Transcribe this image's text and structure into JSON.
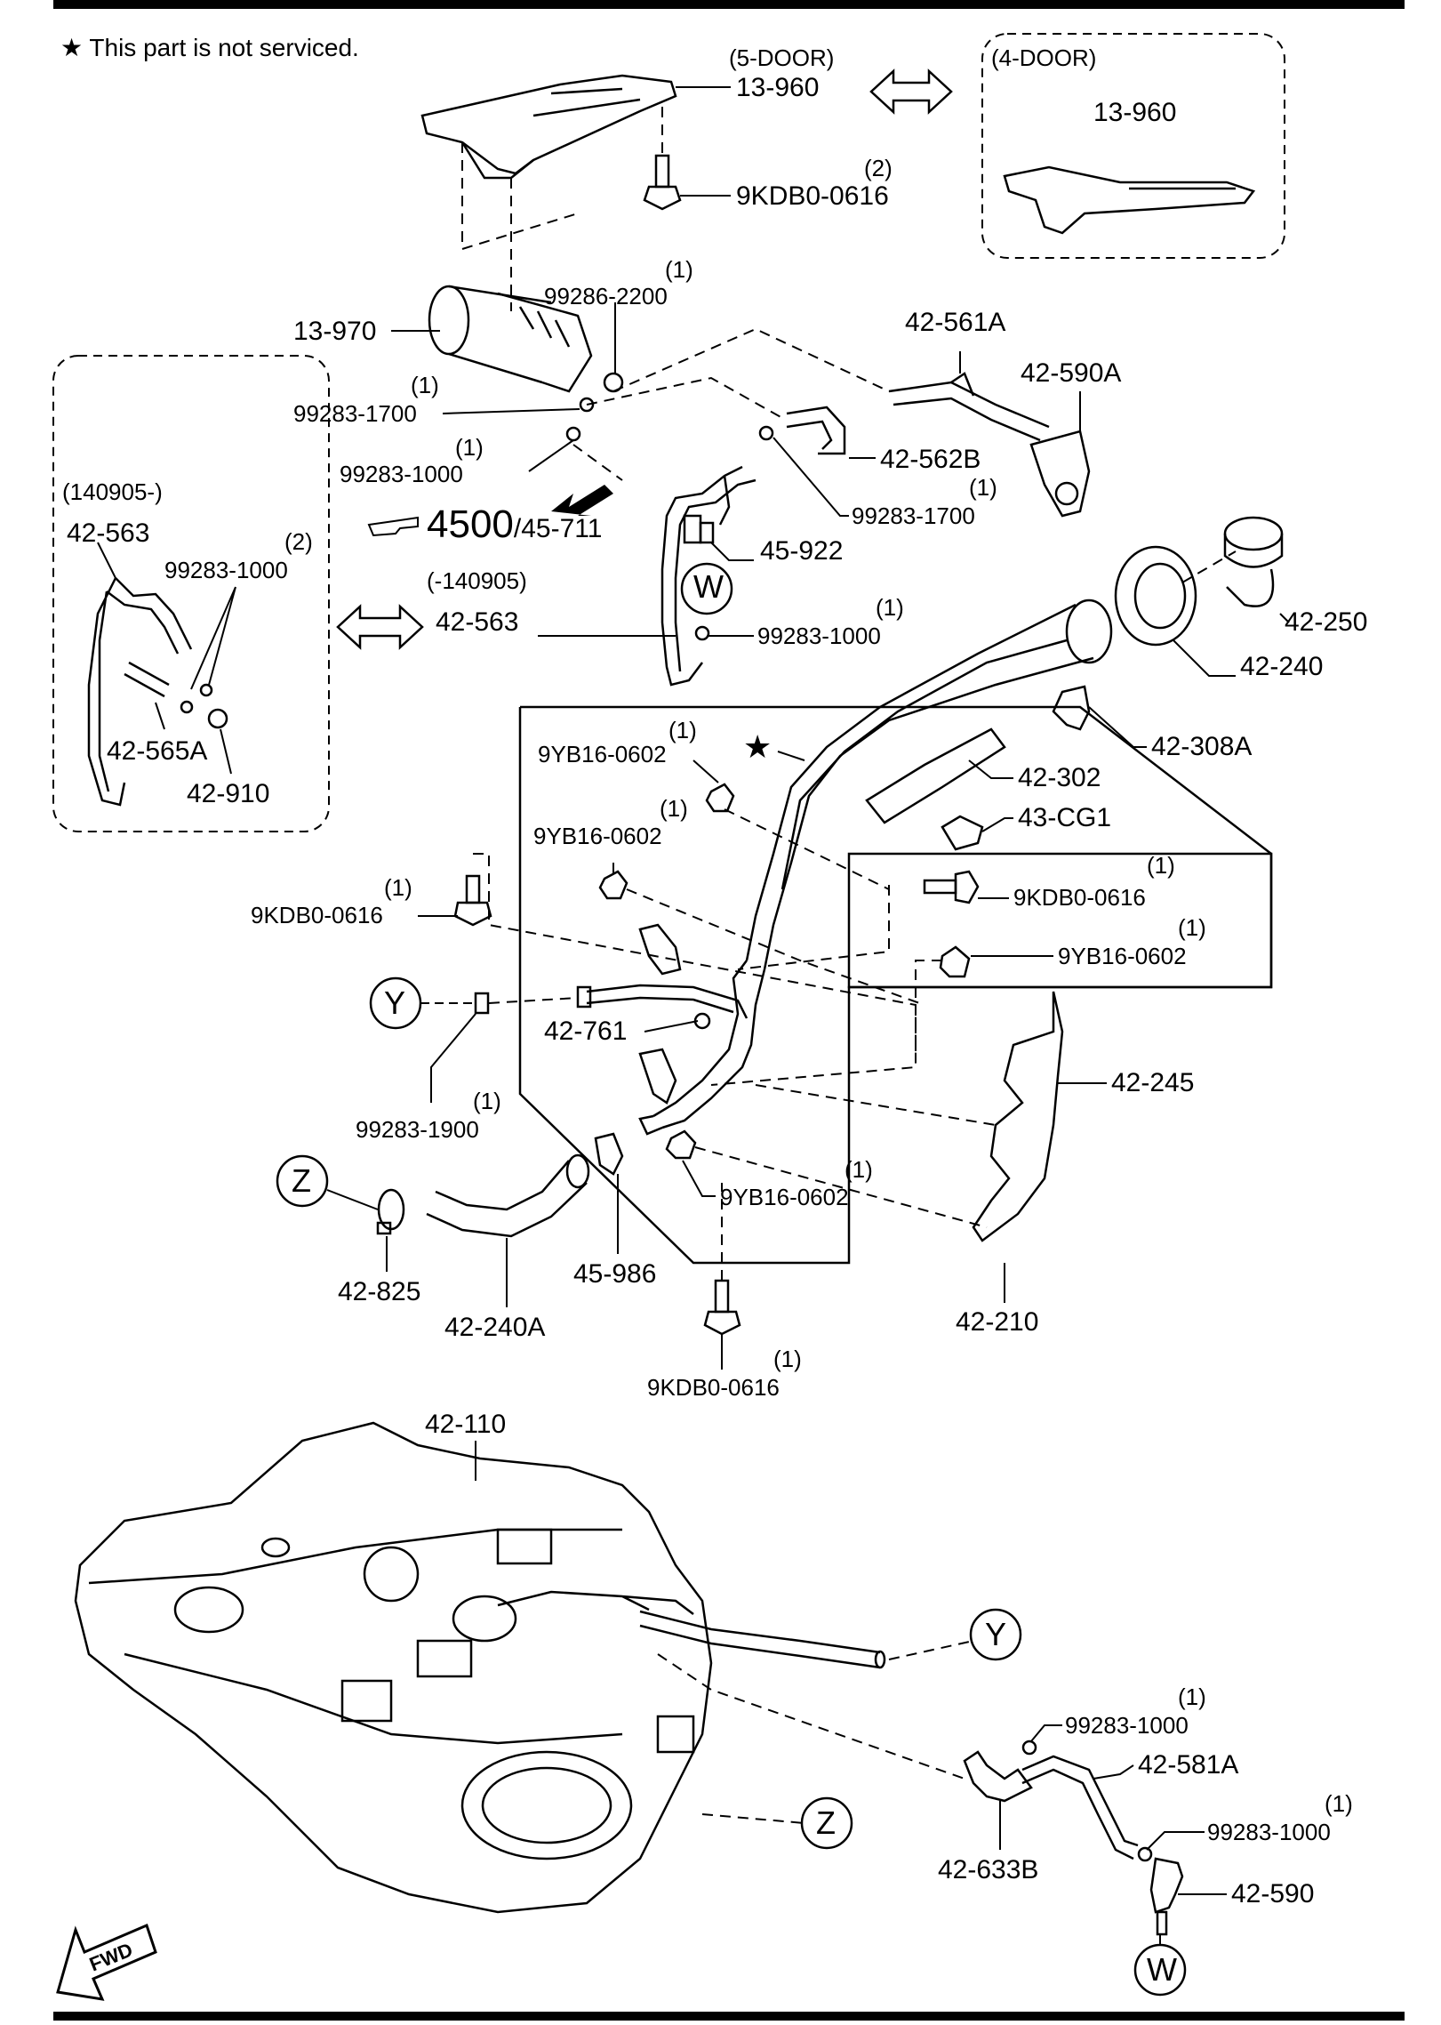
{
  "note": {
    "star": "★",
    "text": "This part is not serviced."
  },
  "variants": {
    "five_door": "(5-DOOR)",
    "four_door": "(4-DOOR)",
    "date_from": "(140905-)",
    "date_to": "(-140905)"
  },
  "ref": {
    "page": "4500",
    "section": "/45-711"
  },
  "connectors": {
    "w": "W",
    "y": "Y",
    "z": "Z"
  },
  "fwd": "FWD",
  "parts": {
    "p13_960_a": "13-960",
    "p13_960_b": "13-960",
    "p9kdb0_0616_top": "9KDB0-0616",
    "p13_970": "13-970",
    "p99286_2200": "99286-2200",
    "p99283_1700_a": "99283-1700",
    "p99283_1000_a": "99283-1000",
    "p42_561a": "42-561A",
    "p42_590a": "42-590A",
    "p42_562b": "42-562B",
    "p99283_1700_b": "99283-1700",
    "p45_922": "45-922",
    "p42_563_a": "42-563",
    "p99283_1000_b": "99283-1000",
    "p42_565a": "42-565A",
    "p42_910": "42-910",
    "p42_563_b": "42-563",
    "p99283_1000_c": "99283-1000",
    "p42_250": "42-250",
    "p42_240": "42-240",
    "p42_308a": "42-308A",
    "p42_302": "42-302",
    "p43_cg1": "43-CG1",
    "p9yb16_0602_a": "9YB16-0602",
    "p9yb16_0602_b": "9YB16-0602",
    "p9kdb0_0616_b": "9KDB0-0616",
    "p9kdb0_0616_c": "9KDB0-0616",
    "p9yb16_0602_c": "9YB16-0602",
    "p42_761": "42-761",
    "p42_245": "42-245",
    "p99283_1900": "99283-1900",
    "p9yb16_0602_d": "9YB16-0602",
    "p42_825": "42-825",
    "p42_240a": "42-240A",
    "p45_986": "45-986",
    "p42_210": "42-210",
    "p9kdb0_0616_d": "9KDB0-0616",
    "p42_110": "42-110",
    "p99283_1000_d": "99283-1000",
    "p42_581a": "42-581A",
    "p99283_1000_e": "99283-1000",
    "p42_633b": "42-633B",
    "p42_590": "42-590"
  },
  "qty": {
    "one": "(1)",
    "two": "(2)"
  }
}
